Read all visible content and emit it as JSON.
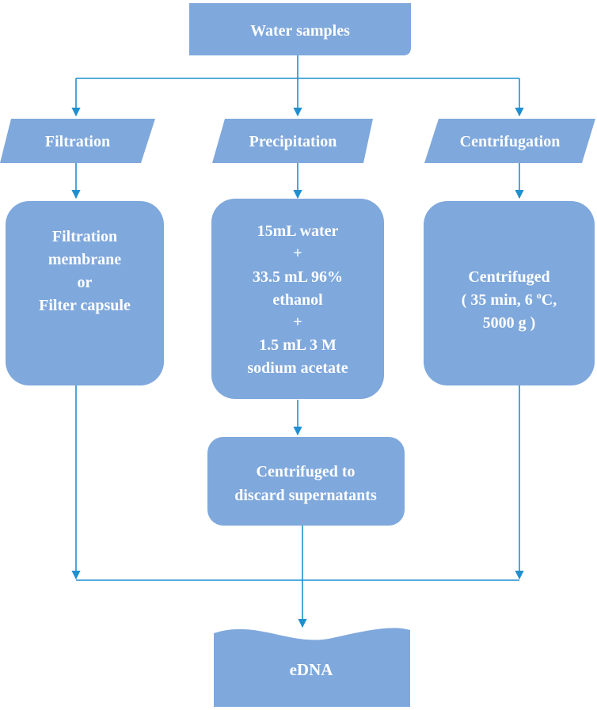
{
  "colors": {
    "box_fill": "#7fa8dc",
    "line": "#1f8fd0",
    "text": "#ffffff"
  },
  "nodes": {
    "water_samples": "Water samples",
    "filtration": "Filtration",
    "precipitation": "Precipitation",
    "centrifugation": "Centrifugation",
    "filtration_detail": [
      "Filtration",
      "membrane",
      "or",
      "Filter capsule"
    ],
    "precipitation_detail": [
      "15mL water",
      "+",
      "33.5 mL 96%",
      "ethanol",
      "+",
      "1.5 mL 3 M",
      "sodium acetate"
    ],
    "centrifugation_detail": {
      "line1": "Centrifuged",
      "line2_pre": "( 35 min, 6 ",
      "line2_sup": "o",
      "line2_post": "C,",
      "line3": "5000 g )"
    },
    "discard": [
      "Centrifuged to",
      "discard supernatants"
    ],
    "edna": "eDNA"
  }
}
